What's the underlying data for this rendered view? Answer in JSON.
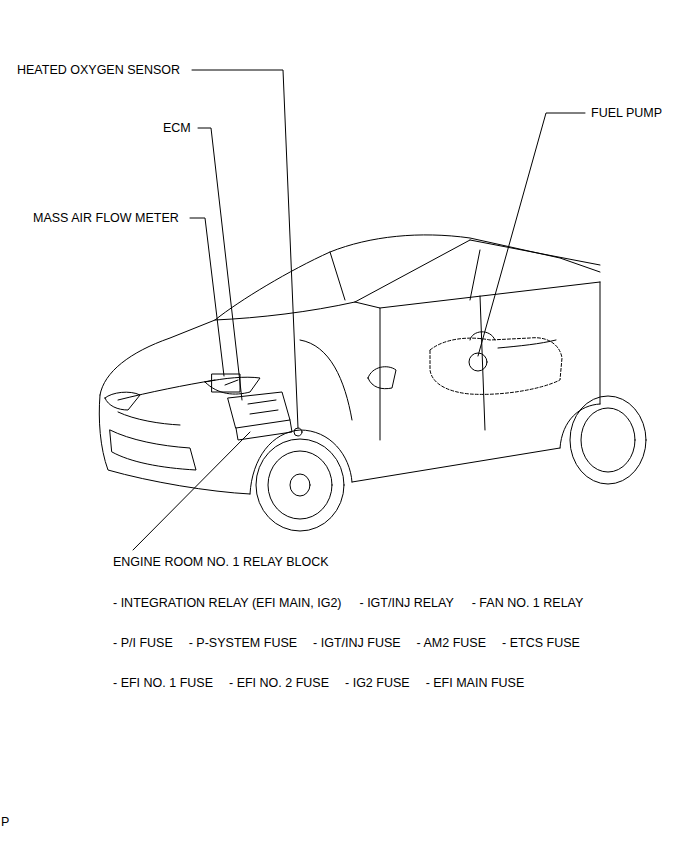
{
  "diagram": {
    "labels": [
      "HEATED OXYGEN SENSOR",
      "ECM",
      "MASS AIR FLOW METER",
      "FUEL PUMP",
      "ENGINE ROOM NO. 1 RELAY BLOCK",
      "- INTEGRATION RELAY (EFI MAIN, IG2)",
      "- IGT/INJ RELAY",
      "- FAN NO. 1 RELAY",
      "- P/I FUSE",
      "- P-SYSTEM FUSE",
      "- IGT/INJ FUSE",
      "- AM2 FUSE",
      "- ETCS FUSE",
      "- EFI NO. 1 FUSE",
      "- EFI NO. 2 FUSE",
      "- IG2 FUSE",
      "- EFI MAIN FUSE",
      "P"
    ]
  }
}
